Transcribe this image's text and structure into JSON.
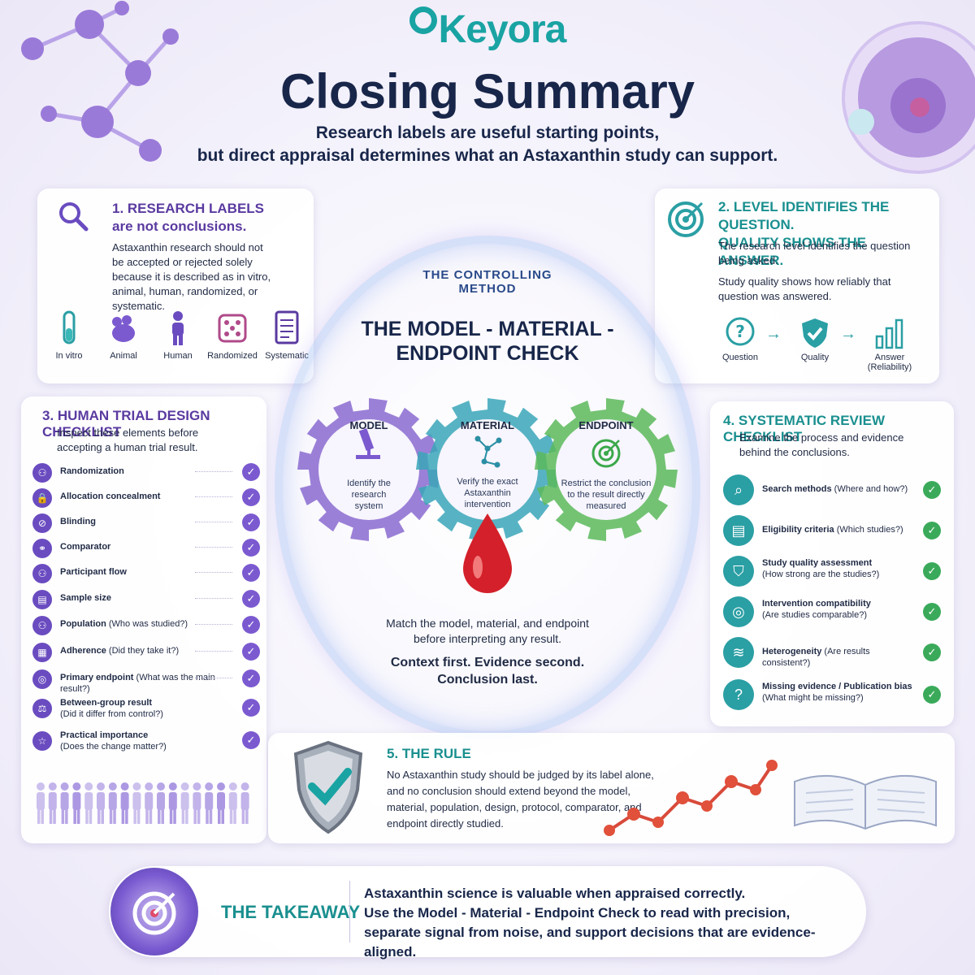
{
  "header": {
    "brand": "Keyora",
    "title": "Closing Summary",
    "subtitle_line1": "Research labels are useful starting points,",
    "subtitle_line2": "but direct appraisal determines what an Astaxanthin study can support."
  },
  "card1": {
    "heading_line1": "1. RESEARCH LABELS",
    "heading_line2": "are not conclusions.",
    "text": "Astaxanthin research should not be accepted or rejected solely because it is described as in vitro, animal, human, randomized, or systematic.",
    "icons": [
      {
        "label": "In vitro",
        "icon": "test-tube-icon"
      },
      {
        "label": "Animal",
        "icon": "mouse-icon"
      },
      {
        "label": "Human",
        "icon": "person-icon"
      },
      {
        "label": "Randomized",
        "icon": "dice-icon"
      },
      {
        "label": "Systematic",
        "icon": "document-icon"
      }
    ]
  },
  "card2": {
    "heading_line1": "2. LEVEL IDENTIFIES THE QUESTION.",
    "heading_line2": "QUALITY SHOWS THE ANSWER.",
    "text1": "The research level identifies the question being asked.",
    "text2": "Study quality shows how reliably that question was answered.",
    "flow": {
      "question": "Question",
      "quality": "Quality",
      "answer_line1": "Answer",
      "answer_line2": "(Reliability)"
    }
  },
  "card3": {
    "heading": "3. HUMAN TRIAL DESIGN CHECKLIST",
    "subtitle": "Inspect these elements before accepting a human trial result.",
    "items": [
      {
        "bold": "Randomization",
        "note": ""
      },
      {
        "bold": "Allocation concealment",
        "note": ""
      },
      {
        "bold": "Blinding",
        "note": ""
      },
      {
        "bold": "Comparator",
        "note": ""
      },
      {
        "bold": "Participant flow",
        "note": ""
      },
      {
        "bold": "Sample size",
        "note": ""
      },
      {
        "bold": "Population",
        "note": " (Who was studied?)"
      },
      {
        "bold": "Adherence",
        "note": " (Did they take it?)"
      },
      {
        "bold": "Primary endpoint",
        "note": " (What was the main result?)"
      },
      {
        "bold": "Between-group result",
        "note": "(Did it differ from control?)"
      },
      {
        "bold": "Practical importance",
        "note": "(Does the change matter?)"
      }
    ]
  },
  "center": {
    "method": "THE CONTROLLING METHOD",
    "title_line1": "THE MODEL - MATERIAL -",
    "title_line2": "ENDPOINT CHECK",
    "gears": [
      {
        "name": "MODEL",
        "desc": "Identify the research system",
        "color": "#8a6ad0"
      },
      {
        "name": "MATERIAL",
        "desc": "Verify the exact Astaxanthin intervention",
        "color": "#3aa6b8"
      },
      {
        "name": "ENDPOINT",
        "desc": "Restrict the conclusion to the result directly measured",
        "color": "#5ab85a"
      }
    ],
    "text_line1": "Match the model, material, and endpoint",
    "text_line2": "before interpreting any result.",
    "bold_line1": "Context first. Evidence second.",
    "bold_line2": "Conclusion last."
  },
  "card4": {
    "heading": "4. SYSTEMATIC REVIEW CHECKLIST",
    "subtitle": "Examine the process and evidence behind the conclusions.",
    "items": [
      {
        "bold": "Search methods",
        "note": " (Where and how?)",
        "icon": "search-icon"
      },
      {
        "bold": "Eligibility criteria",
        "note": " (Which studies?)",
        "icon": "document-icon"
      },
      {
        "bold": "Study quality assessment",
        "note": "(How strong are the studies?)",
        "icon": "shield-icon"
      },
      {
        "bold": "Intervention compatibility",
        "note": "(Are studies comparable?)",
        "icon": "rings-icon"
      },
      {
        "bold": "Heterogeneity",
        "note": " (Are results consistent?)",
        "icon": "waves-icon"
      },
      {
        "bold": "Missing evidence / Publication bias",
        "note": "(What might be missing?)",
        "icon": "question-icon"
      }
    ]
  },
  "card5": {
    "heading": "5. THE RULE",
    "text": "No Astaxanthin study should be judged by its label alone, and no conclusion should extend beyond the model, material, population, design, protocol, comparator, and endpoint directly studied."
  },
  "takeaway": {
    "label": "THE TAKEAWAY",
    "line1": "Astaxanthin science is valuable when appraised correctly.",
    "line2": "Use the Model - Material - Endpoint Check to read with precision,",
    "line3": "separate signal from noise, and support decisions that are evidence-aligned."
  },
  "colors": {
    "navy": "#18264a",
    "purple": "#5a3aa0",
    "teal": "#1a8f8f",
    "green": "#3aaa5a"
  }
}
